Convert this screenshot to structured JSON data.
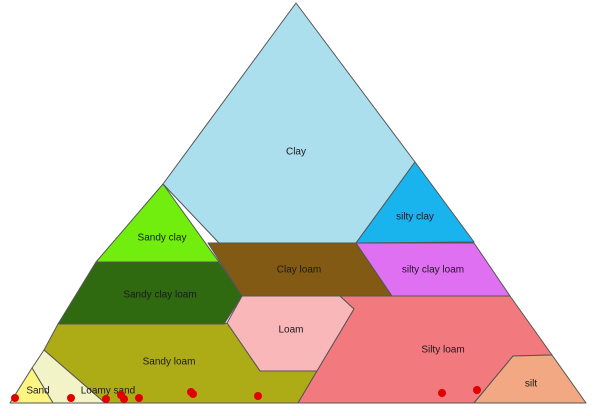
{
  "diagram": {
    "type": "soil texture triangle",
    "regions": [
      {
        "id": "clay",
        "label": "Clay",
        "color": "#abdfee"
      },
      {
        "id": "silty-clay",
        "label": "silty clay",
        "color": "#19b3ee"
      },
      {
        "id": "sandy-clay",
        "label": "Sandy clay",
        "color": "#72ee0e"
      },
      {
        "id": "clay-loam",
        "label": "Clay loam",
        "color": "#825a14"
      },
      {
        "id": "silty-clay-loam",
        "label": "silty clay loam",
        "color": "#e070f2"
      },
      {
        "id": "sandy-clay-loam",
        "label": "Sandy clay loam",
        "color": "#2f6a10"
      },
      {
        "id": "loam",
        "label": "Loam",
        "color": "#f9b7b9"
      },
      {
        "id": "sandy-loam",
        "label": "Sandy loam",
        "color": "#aeac16"
      },
      {
        "id": "silty-loam",
        "label": "Silty loam",
        "color": "#f27a7e"
      },
      {
        "id": "silt",
        "label": "silt",
        "color": "#f2a883"
      },
      {
        "id": "loamy-sand",
        "label": "Loamy sand",
        "color": "#f2f4c7"
      },
      {
        "id": "sand",
        "label": "Sand",
        "color": "#fcf582"
      }
    ],
    "sample_point_color": "#e00000",
    "sample_point_count": 11
  }
}
